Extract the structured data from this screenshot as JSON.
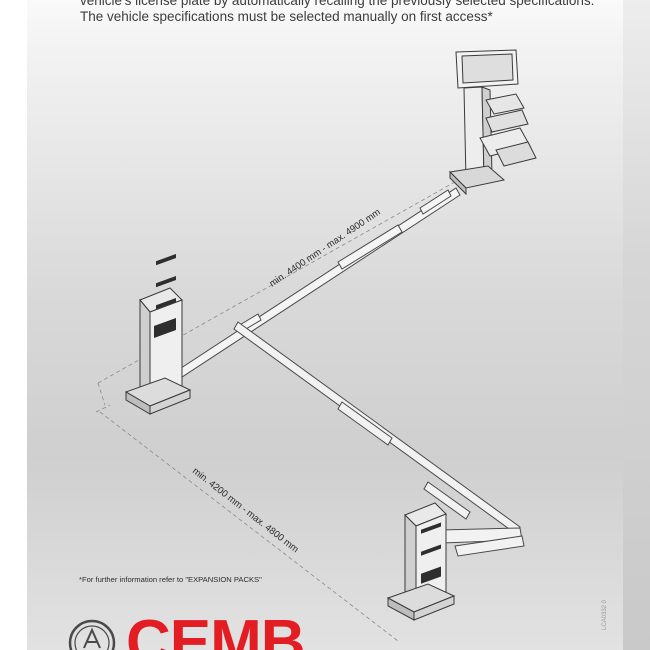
{
  "intro": {
    "line1": "vehicle's license plate by automatically recalling the previously selected specifications.",
    "line2": "The vehicle specifications must be selected manually on first access*"
  },
  "dimensions": {
    "upper": "min. 4400 mm - max. 4900 mm",
    "lower": "min. 4200 mm - max. 4800 mm"
  },
  "footnote": "*For further information refer to  \"EXPANSION PACKS\"",
  "doc_code": "LCA0332 0",
  "brand": {
    "logo_text": "CEMB",
    "color": "#e21d24"
  },
  "icons": {
    "seal": "cemb-seal-logo"
  }
}
